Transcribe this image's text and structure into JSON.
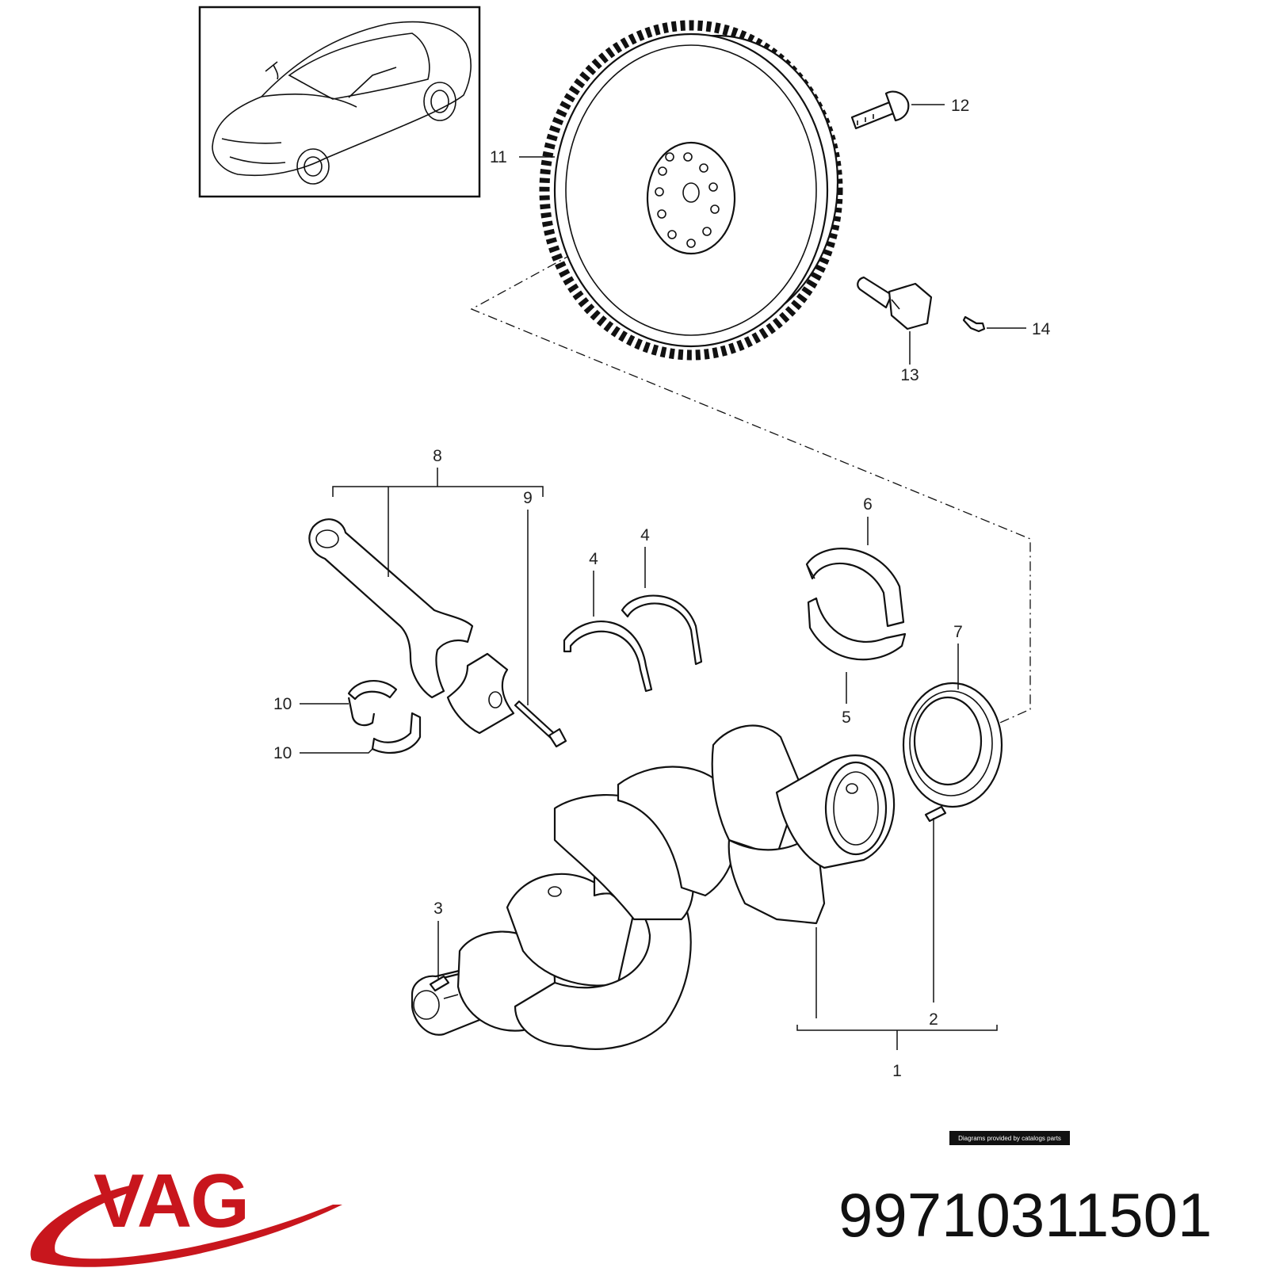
{
  "callouts": [
    "1",
    "2",
    "3",
    "4",
    "4",
    "5",
    "6",
    "7",
    "8",
    "9",
    "10",
    "10",
    "11",
    "12",
    "13",
    "14"
  ],
  "credit": "Diagrams provided by catalogs parts",
  "brand": {
    "name": "VAG",
    "color": "#c8161d"
  },
  "part_number": "99710311501"
}
